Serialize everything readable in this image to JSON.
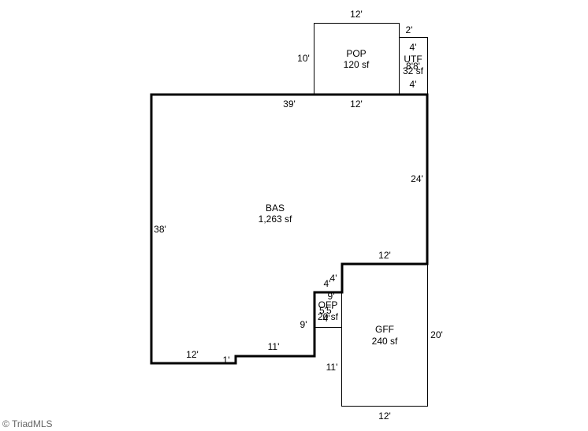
{
  "areas": {
    "bas": {
      "name": "BAS",
      "size": "1,263 sf"
    },
    "pop": {
      "name": "POP",
      "size": "120 sf"
    },
    "utf": {
      "name": "UTF",
      "size": "32 sf"
    },
    "gff": {
      "name": "GFF",
      "size": "240 sf"
    },
    "ofp": {
      "name": "OFP",
      "size": "20 sf"
    }
  },
  "dimensions": {
    "bas_left": "38'",
    "bas_top": "39'",
    "bas_right": "24'",
    "bas_step_top": "12'",
    "bas_bottom_left": "12'",
    "bas_bottom_jog": "1'",
    "bas_bottom_mid": "11'",
    "bas_inner_9": "9'",
    "bas_inner_4a": "4'",
    "bas_inner_4b": "4'",
    "pop_top": "12'",
    "pop_left": "10'",
    "pop_bottom": "12'",
    "utf_top": "2'",
    "utf_upper": "4'",
    "utf_side": "8'8'",
    "utf_lower": "4'",
    "gff_right": "20'",
    "gff_left": "11'",
    "gff_bottom": "12'",
    "ofp_a": "9'",
    "ofp_b": "5'5'",
    "ofp_c": "4'"
  },
  "watermark": "© TriadMLS"
}
